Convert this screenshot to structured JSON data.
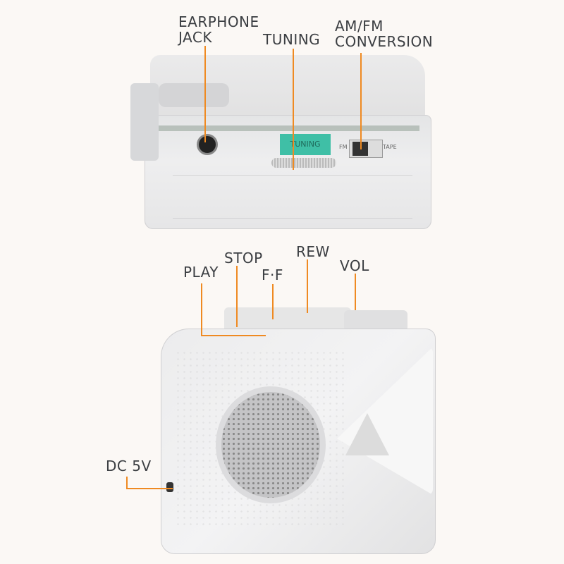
{
  "labels": {
    "earphone_jack": "EARPHONE\nJACK",
    "tuning": "TUNING",
    "am_fm": "AM/FM\nCONVERSION",
    "play": "PLAY",
    "stop": "STOP",
    "ff": "F·F",
    "rew": "REW",
    "vol": "VOL",
    "dc": "DC 5V"
  },
  "device_markings": {
    "tuning_window": "TUNING",
    "switch_left": "FM",
    "switch_right": "TAPE"
  },
  "colors": {
    "background": "#fbf8f5",
    "callout_line": "#ef8a22",
    "label_text": "#3b3e42",
    "tuning_window": "#3fbfa6"
  }
}
